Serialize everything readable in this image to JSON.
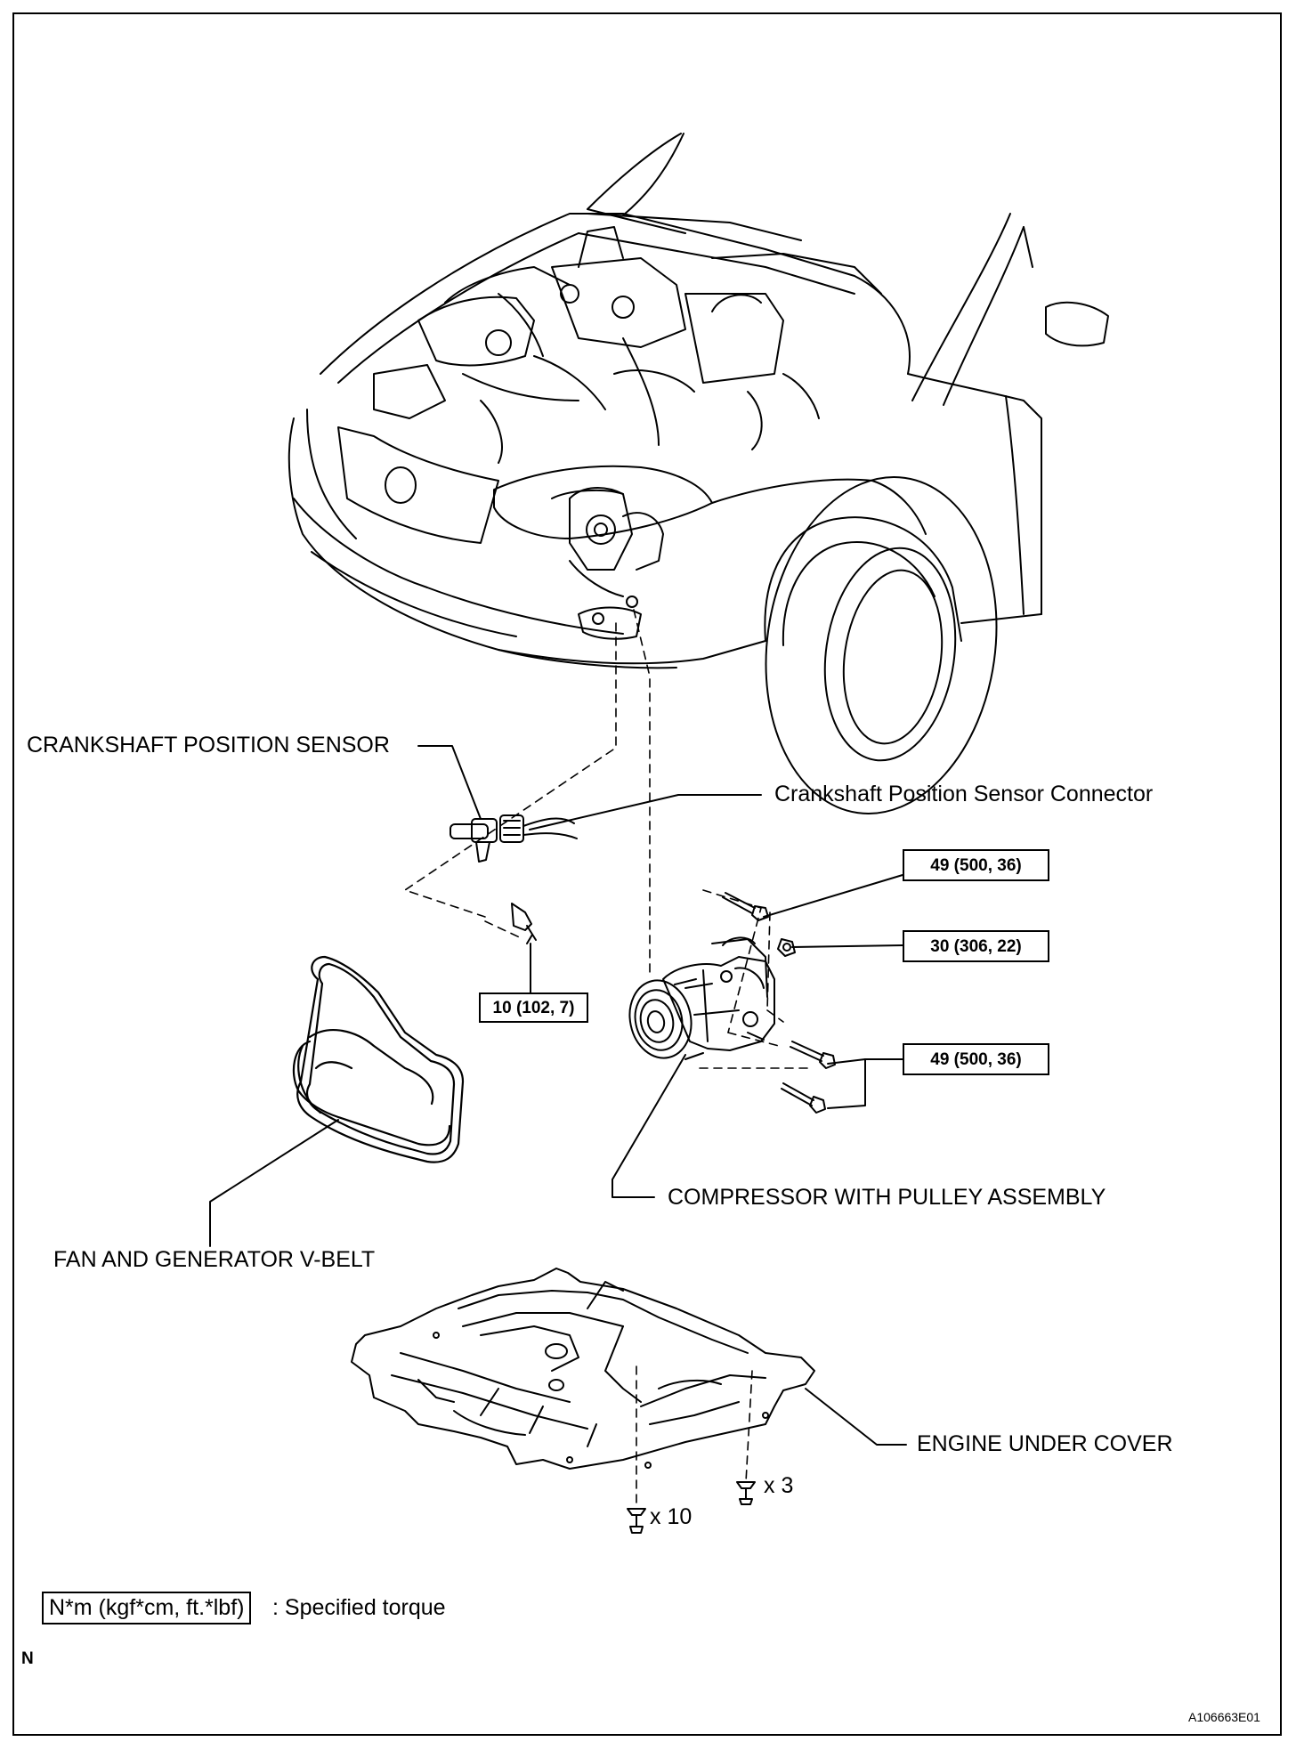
{
  "labels": {
    "crankshaft_sensor": "CRANKSHAFT POSITION SENSOR",
    "crankshaft_connector": "Crankshaft Position Sensor Connector",
    "compressor": "COMPRESSOR WITH PULLEY ASSEMBLY",
    "v_belt": "FAN AND GENERATOR V-BELT",
    "under_cover": "ENGINE UNDER COVER",
    "qty_10": "x 10",
    "qty_3": "x 3"
  },
  "torques": {
    "sensor_bolt": "10 (102, 7)",
    "compressor_top_bolt": "49 (500, 36)",
    "compressor_nut": "30 (306, 22)",
    "compressor_lower_bolts": "49 (500, 36)"
  },
  "legend": {
    "unit": "N*m (kgf*cm, ft.*lbf)",
    "description": ": Specified torque"
  },
  "footer": {
    "mark": "N",
    "figure_id": "A106663E01"
  }
}
